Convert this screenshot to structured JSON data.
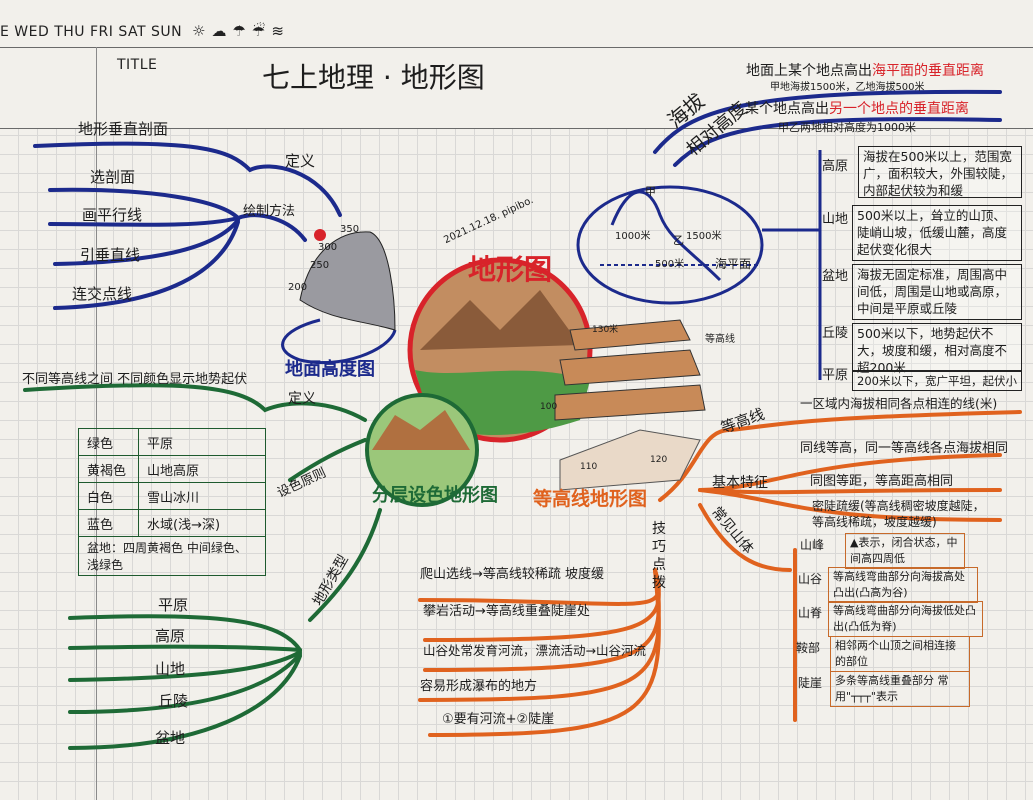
{
  "header": {
    "weekdays": "E WED THU FRI SAT SUN",
    "weather_icons": [
      "sun-icon",
      "cloud-icon",
      "rain-icon",
      "shower-icon",
      "wind-icon"
    ],
    "title_label": "TITLE",
    "title": "七上地理 · 地形图"
  },
  "center": {
    "title": "地形图",
    "signature": "2021.12.18. pipibo."
  },
  "profile": {
    "name": "地形垂直剖面",
    "definition_label": "定义",
    "method_label": "绘制方法",
    "steps": [
      "选剖面",
      "画平行线",
      "引垂直线",
      "连交点线"
    ],
    "elevations": [
      "350",
      "300",
      "250",
      "200"
    ],
    "map_title": "地面高度图"
  },
  "altitude": {
    "absolute_label": "海拔",
    "absolute_def_a": "地面上某个地点高出",
    "absolute_def_b": "海平面的垂直距离",
    "absolute_example": "甲地海拔1500米，乙地海拔500米",
    "relative_label": "相对高度",
    "relative_def_a": "某个地点高出",
    "relative_def_b": "另一个地点的垂直距离",
    "relative_example": "甲乙两地相对高度为1000米",
    "diagram": {
      "point_a": "甲",
      "point_b": "乙",
      "h1": "1000米",
      "h2": "1500米",
      "h3": "500米",
      "sea": "海平面"
    }
  },
  "landforms": [
    {
      "name": "高原",
      "desc": "海拔在500米以上，范围宽广，面积较大，外围较陡，内部起伏较为和缓"
    },
    {
      "name": "山地",
      "desc": "500米以上，耸立的山顶、陡峭山坡，低缓山麓，高度起伏变化很大"
    },
    {
      "name": "盆地",
      "desc": "海拔无固定标准，周围高中间低，周围是山地或高原，中间是平原或丘陵"
    },
    {
      "name": "丘陵",
      "desc": "500米以下，地势起伏不大，坡度和缓，相对高度不超200米"
    },
    {
      "name": "平原",
      "desc": "200米以下，宽广平坦，起伏小"
    }
  ],
  "layered": {
    "title": "分层设色地形图",
    "definition_label": "定义",
    "definition": "不同等高线之间 不同颜色显示地势起伏",
    "principle_label": "设色原则",
    "colors": [
      {
        "color": "绿色",
        "meaning": "平原"
      },
      {
        "color": "黄褐色",
        "meaning": "山地高原"
      },
      {
        "color": "白色",
        "meaning": "雪山冰川"
      },
      {
        "color": "蓝色",
        "meaning": "水域(浅→深)"
      }
    ],
    "basin_note": "盆地：四周黄褐色 中间绿色、浅绿色",
    "types_label": "地形类型",
    "types": [
      "平原",
      "高原",
      "山地",
      "丘陵",
      "盆地"
    ]
  },
  "contour": {
    "title": "等高线地形图",
    "side_label": "等高线",
    "levels": [
      "130米",
      "100",
      "110",
      "120"
    ],
    "def_label": "等高线",
    "definition": "一区域内海拔相同各点相连的线(米)",
    "features_label": "基本特征",
    "features": [
      "同线等高，同一等高线各点海拔相同",
      "同图等距，等高距高相同",
      "密陡疏缓(等高线稠密坡度越陡，",
      "等高线稀疏，坡度越缓)"
    ],
    "shapes_label": "常见山体",
    "shapes": [
      {
        "name": "山峰",
        "desc": "▲表示，闭合状态，中间高四周低"
      },
      {
        "name": "山谷",
        "desc": "等高线弯曲部分向海拔高处凸出(凸高为谷)"
      },
      {
        "name": "山脊",
        "desc": "等高线弯曲部分向海拔低处凸出(凸低为脊)"
      },
      {
        "name": "鞍部",
        "desc": "相邻两个山顶之间相连接的部位"
      },
      {
        "name": "陡崖",
        "desc": "多条等高线重叠部分 常用\"┬┬┬\"表示"
      }
    ],
    "tips_label": "技巧点拨",
    "tips": [
      "爬山选线→等高线较稀疏 坡度缓",
      "攀岩活动→等高线重叠陡崖处",
      "山谷处常发育河流，漂流活动→山谷河流",
      "容易形成瀑布的地方",
      "①要有河流+②陡崖"
    ]
  },
  "colors": {
    "blue": "#1c2a8c",
    "green": "#1e6a36",
    "orange": "#e0621e",
    "red": "#d8232a"
  }
}
